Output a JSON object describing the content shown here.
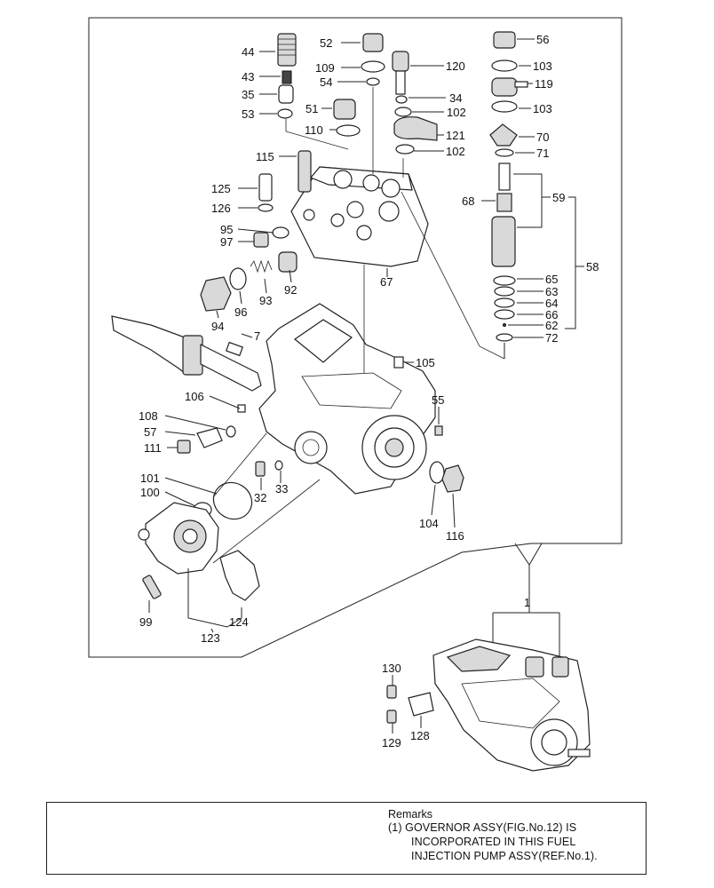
{
  "diagram": {
    "callouts": {
      "n1": "1",
      "n7": "7",
      "n32": "32",
      "n33": "33",
      "n34": "34",
      "n35": "35",
      "n43": "43",
      "n44": "44",
      "n51": "51",
      "n52": "52",
      "n53": "53",
      "n54": "54",
      "n55": "55",
      "n56": "56",
      "n57": "57",
      "n58": "58",
      "n59": "59",
      "n62": "62",
      "n63": "63",
      "n64": "64",
      "n65": "65",
      "n66": "66",
      "n67": "67",
      "n68": "68",
      "n70": "70",
      "n71": "71",
      "n72": "72",
      "n92": "92",
      "n93": "93",
      "n94": "94",
      "n95": "95",
      "n96": "96",
      "n97": "97",
      "n99": "99",
      "n100": "100",
      "n101": "101",
      "n102a": "102",
      "n102b": "102",
      "n103a": "103",
      "n103b": "103",
      "n104": "104",
      "n105": "105",
      "n106": "106",
      "n108": "108",
      "n109": "109",
      "n110": "110",
      "n111": "111",
      "n115": "115",
      "n116": "116",
      "n119": "119",
      "n120": "120",
      "n121": "121",
      "n123": "123",
      "n124": "124",
      "n125": "125",
      "n126": "126",
      "n128": "128",
      "n129": "129",
      "n130": "130"
    }
  },
  "remarks": {
    "title": "Remarks",
    "line1": "(1) GOVERNOR ASSY(FIG.No.12) IS",
    "line2": "INCORPORATED IN THIS FUEL",
    "line3": "INJECTION PUMP ASSY(REF.No.1)."
  }
}
